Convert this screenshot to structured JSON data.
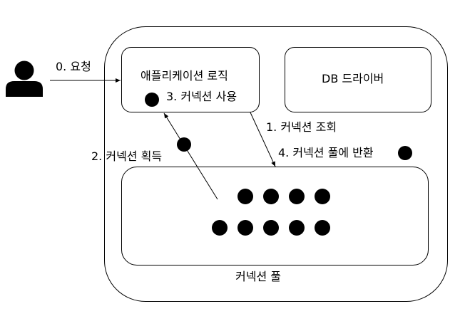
{
  "labels": {
    "request": "0. 요청",
    "app_logic": "애플리케이션 로직",
    "use_connection": "3. 커넥션 사용",
    "db_driver": "DB 드라이버",
    "lookup_connection": "1. 커넥션 조회",
    "acquire_connection": "2. 커넥션 획득",
    "return_to_pool": "4. 커넥션 풀에 반환",
    "connection_pool": "커넥션 풀"
  },
  "pool": {
    "connections_row1": 4,
    "connections_row2": 5
  }
}
